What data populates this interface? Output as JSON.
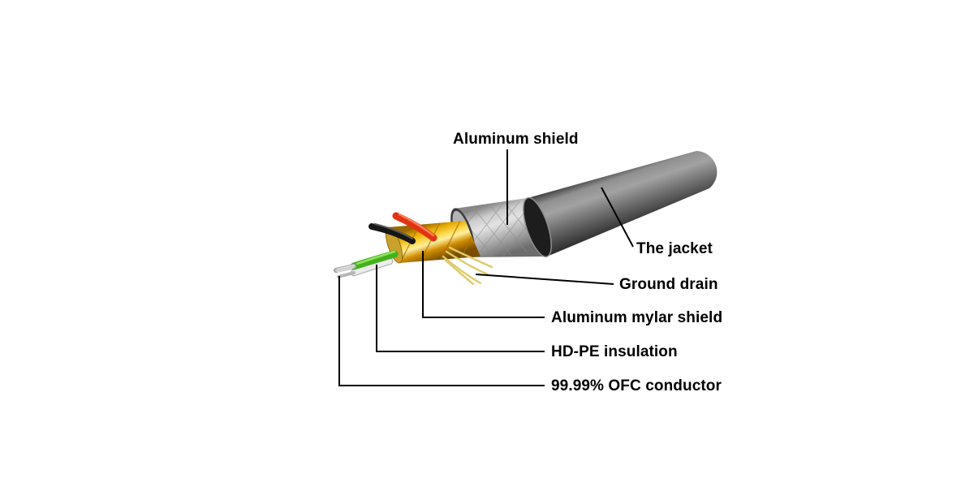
{
  "page": {
    "background": "#ffffff"
  },
  "diagram": {
    "subject": "shielded-cable-construction-cutaway",
    "labels": {
      "aluminum_shield": "Aluminum shield",
      "jacket": "The jacket",
      "ground_drain": "Ground drain",
      "mylar_shield": "Aluminum mylar shield",
      "hdpe_insulation": "HD-PE insulation",
      "ofc_conductor": "99.99% OFC conductor"
    },
    "colors": {
      "jacket": "#5f5f5f",
      "aluminum_shield": "#bdbdbd",
      "mylar": "#e6a800",
      "wire_red": "#e23414",
      "wire_black": "#161616",
      "wire_green": "#44b01e",
      "wire_white": "#ececec",
      "bare_conductor": "#c6c6c6",
      "drain": "#decb6a",
      "leader_line": "#000000"
    }
  }
}
